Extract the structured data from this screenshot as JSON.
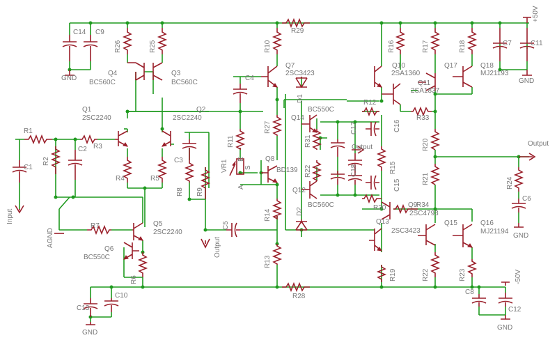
{
  "labels": {
    "c14": "C14",
    "c9": "C9",
    "gnd_tl": "GND",
    "r26": "R26",
    "r25": "R25",
    "r10": "R10",
    "r29": "R29",
    "r16": "R16",
    "r17": "R17",
    "r18": "R18",
    "c7": "C7",
    "c11": "C11",
    "plus50v": "+50V",
    "gnd_tr": "GND",
    "q4": "Q4",
    "q4p": "BC560C",
    "q3": "Q3",
    "q3p": "BC560C",
    "q7": "Q7",
    "q7p": "2SC3423",
    "c4": "C4",
    "d1": "D1",
    "q10": "Q10",
    "q10p": "2SA1360",
    "q11": "Q11",
    "q11p": "2SA1837",
    "q17": "Q17",
    "q18": "Q18",
    "q18p": "MJ21193",
    "q1": "Q1",
    "q1p": "2SC2240",
    "q2": "Q2",
    "q2p": "2SC2240",
    "r12": "R12",
    "bc550c": "BC550C",
    "q14": "Q14",
    "c17": "C17",
    "c16": "C16",
    "r33": "R33",
    "r1": "R1",
    "r3": "R3",
    "c2": "C2",
    "r2": "R2",
    "c1": "C1",
    "r27": "R27",
    "r11": "R11",
    "r31": "R31",
    "output_mid": "Output",
    "r20": "R20",
    "output_right": "Output",
    "c3": "C3",
    "vr1": "VR1",
    "q8": "Q8",
    "q8p": "BD139",
    "r22a": "R22",
    "c18": "C18",
    "r15": "R15",
    "r21": "R21",
    "r24": "R24",
    "r4": "R4",
    "r5": "R5",
    "r8": "R8",
    "r9": "R9",
    "q12": "Q12",
    "c15": "C15",
    "c6": "C6",
    "gnd_c6": "GND",
    "input": "Input",
    "r34": "R34",
    "q9": "Q9",
    "q9p": "2SC4793",
    "d2": "D2",
    "bc560c_b": "BC560C",
    "r30": "R30",
    "r14": "R14",
    "agnd": "AGND",
    "r7": "R7",
    "q5": "Q5",
    "q5p": "2SC2240",
    "c5": "C5",
    "q13": "Q13",
    "q13p": "2SC3423",
    "q15": "Q15",
    "q16": "Q16",
    "q16p": "MJ21194",
    "q6": "Q6",
    "q6p": "BC550C",
    "output_bot": "Output",
    "r13": "R13",
    "r6": "R6",
    "r19": "R19",
    "r22b": "R22",
    "r23": "R23",
    "c10": "C10",
    "c13": "C13",
    "r28": "R28",
    "c8": "C8",
    "minus50v": "-50V",
    "c12": "C12",
    "gnd_bl": "GND",
    "gnd_br": "GND",
    "va": "A",
    "vs": "S",
    "ve": "E"
  }
}
